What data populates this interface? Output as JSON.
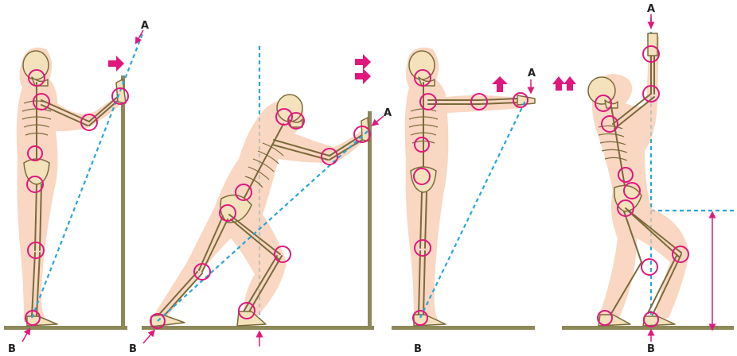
{
  "labels": {
    "a1": "A",
    "b1": "B",
    "a2": "A",
    "b2": "B",
    "a3": "A",
    "b3": "B",
    "a4": "A",
    "b4": "B"
  },
  "colors": {
    "wall": "#8d8858",
    "joint_circle": "#e0187e",
    "force_line": "#2aa6d8",
    "arrow": "#e0187e",
    "skin": "#f7c9ad",
    "bone": "#f4e2bc"
  },
  "panels": [
    {
      "pose": "standing-pushing-wall",
      "arrows": "push-right-single"
    },
    {
      "pose": "leaning-pushing-wall",
      "arrows": "push-right-double"
    },
    {
      "pose": "standing-arms-forward-lift",
      "arrows": "lift-up-single"
    },
    {
      "pose": "squat-arms-overhead-lift",
      "arrows": "lift-up-double"
    }
  ]
}
